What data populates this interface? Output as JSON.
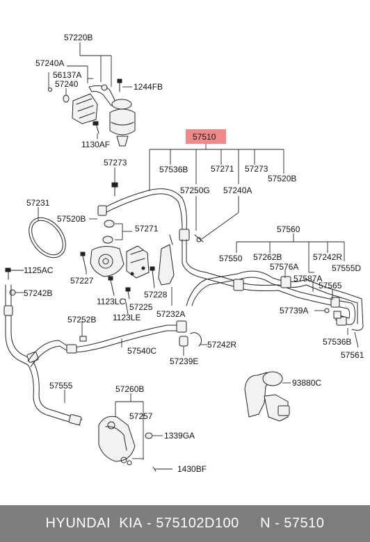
{
  "highlight_color": "#f08a8a",
  "footer_bg": "#7d7d7d",
  "labels": {
    "p57220B": "57220B",
    "p57240A_top": "57240A",
    "p56137A": "56137A",
    "p57240": "57240",
    "p1244FB": "1244FB",
    "p1130AF": "1130AF",
    "p57510": "57510",
    "p57536B_top": "57536B",
    "p57271_top": "57271",
    "p57273_right": "57273",
    "p57520B_right": "57520B",
    "p57273_left": "57273",
    "p57250G": "57250G",
    "p57240A_mid": "57240A",
    "p57231": "57231",
    "p57520B_left": "57520B",
    "p57271_left": "57271",
    "p57560": "57560",
    "p57550": "57550",
    "p57262B": "57262B",
    "p57242R_right": "57242R",
    "p57576A": "57576A",
    "p57555D": "57555D",
    "p1125AC": "1125AC",
    "p57227": "57227",
    "p57587A": "57587A",
    "p57565": "57565",
    "p57242B": "57242B",
    "p57228": "57228",
    "p1123LC": "1123LC",
    "p57225": "57225",
    "p57739A": "57739A",
    "p57232A": "57232A",
    "p1123LE": "1123LE",
    "p57252B": "57252B",
    "p57536B_bottom": "57536B",
    "p57540C": "57540C",
    "p57242R_bottom": "57242R",
    "p57239E": "57239E",
    "p57561": "57561",
    "p57555": "57555",
    "p93880C": "93880C",
    "p57260B": "57260B",
    "p57257": "57257",
    "p1339GA": "1339GA",
    "p1430BF": "1430BF"
  },
  "footer": {
    "brand": "HYUNDAI",
    "make": "KIA",
    "part_number": "575102D100",
    "ref": "N - 57510",
    "sep": "-"
  }
}
